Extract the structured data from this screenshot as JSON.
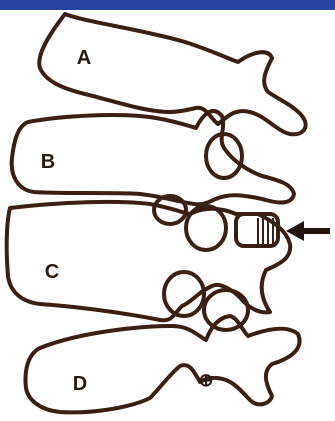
{
  "colors": {
    "top_bar": "#2744a0",
    "outline": "#3a1f12",
    "background": "#ffffff"
  },
  "vertebrae": [
    {
      "label": "A"
    },
    {
      "label": "B"
    },
    {
      "label": "C"
    },
    {
      "label": "D"
    }
  ],
  "marker": {
    "symbol": "⊕"
  }
}
